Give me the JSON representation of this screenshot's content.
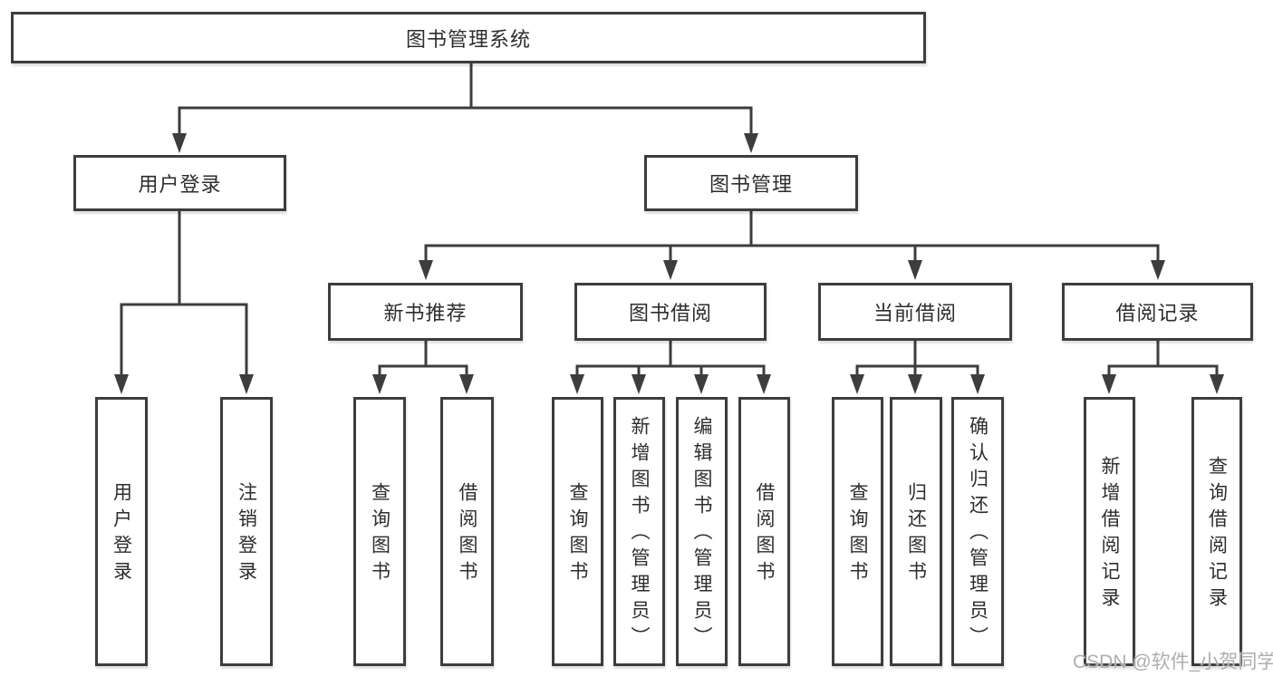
{
  "diagram": {
    "root": {
      "label": "图书管理系统"
    },
    "branches": [
      {
        "label": "用户登录",
        "children": [
          {
            "label": "用户登录"
          },
          {
            "label": "注销登录"
          }
        ]
      },
      {
        "label": "图书管理",
        "sections": [
          {
            "label": "新书推荐",
            "children": [
              {
                "label": "查询图书"
              },
              {
                "label": "借阅图书"
              }
            ]
          },
          {
            "label": "图书借阅",
            "children": [
              {
                "label": "查询图书"
              },
              {
                "label": "新增图书（管理员）"
              },
              {
                "label": "编辑图书（管理员）"
              },
              {
                "label": "借阅图书"
              }
            ]
          },
          {
            "label": "当前借阅",
            "children": [
              {
                "label": "查询图书"
              },
              {
                "label": "归还图书"
              },
              {
                "label": "确认归还（管理员）"
              }
            ]
          },
          {
            "label": "借阅记录",
            "children": [
              {
                "label": "新增借阅记录"
              },
              {
                "label": "查询借阅记录"
              }
            ]
          }
        ]
      }
    ]
  },
  "watermark": {
    "text": "CSDN @软件_小贺同学"
  },
  "colors": {
    "line": "#3d3d3d",
    "text": "#2d2d2d",
    "watermark": "#aeaeae",
    "background": "#ffffff"
  }
}
